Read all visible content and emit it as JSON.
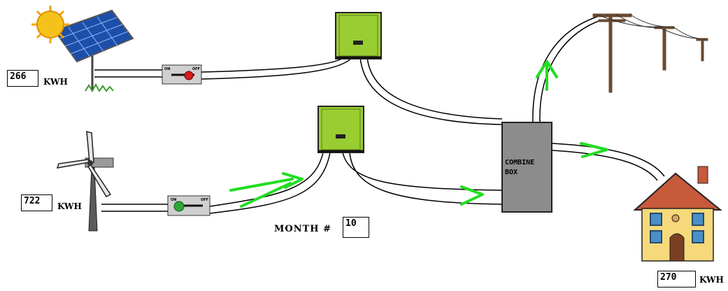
{
  "solar": {
    "value": "266",
    "unit": "KWH"
  },
  "wind": {
    "value": "722",
    "unit": "KWH"
  },
  "house": {
    "value": "270",
    "unit": "KWH"
  },
  "month": {
    "label": "MONTH #",
    "value": "10"
  },
  "combine_box": {
    "line1": "COMBINE",
    "line2": "BOX"
  },
  "switches": {
    "on_label": "ON",
    "off_label": "OFF"
  },
  "colors": {
    "inverter": "#9acd32",
    "combine_box": "#8c8c8c",
    "arrow": "#22dd22",
    "panel": "#2e6fd8",
    "sun": "#f5c21b",
    "house_wall": "#f6d97a",
    "roof": "#c85a3c",
    "pole": "#6b4a2f"
  }
}
